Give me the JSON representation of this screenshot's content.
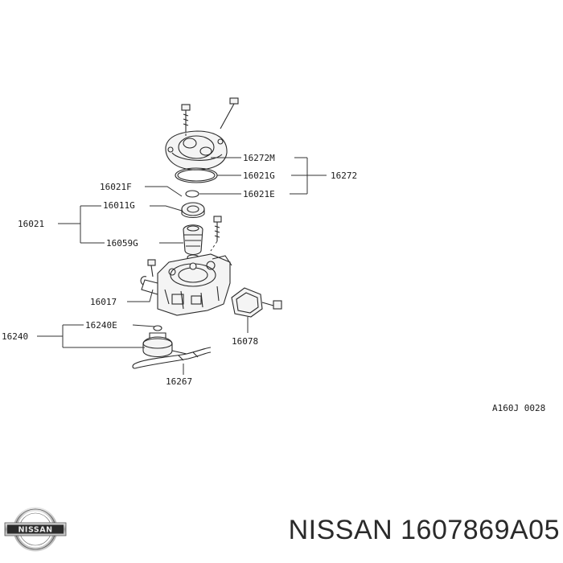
{
  "labels": {
    "l16272M": "16272M",
    "l16021G": "16021G",
    "l16272": "16272",
    "l16021F": "16021F",
    "l16021E": "16021E",
    "l16011G": "16011G",
    "l16021": "16021",
    "l16059G": "16059G",
    "l16017": "16017",
    "l16078": "16078",
    "l16240E": "16240E",
    "l16240": "16240",
    "l16267": "16267",
    "ref": "A160J 0028"
  },
  "brand": {
    "logo_text": "NISSAN",
    "caption": "NISSAN 1607869A05"
  }
}
